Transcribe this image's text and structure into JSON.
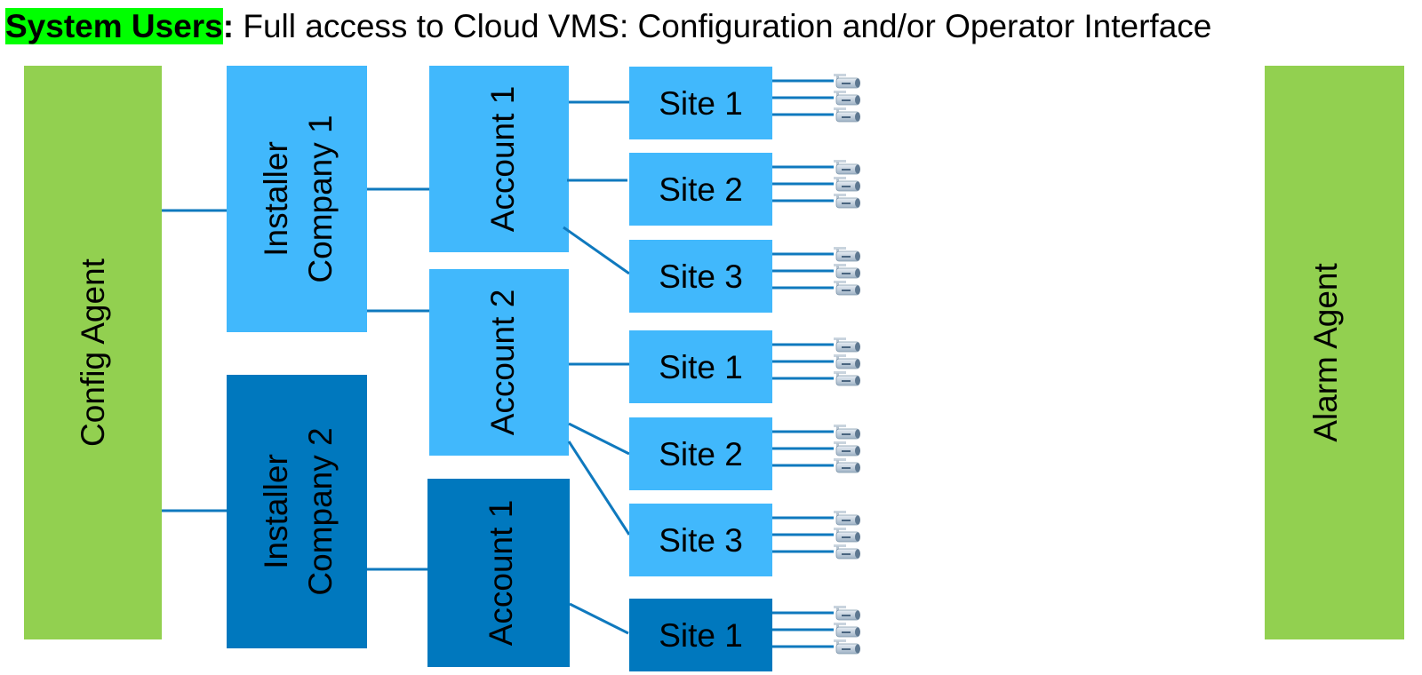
{
  "title": {
    "highlight": "System Users",
    "colon": ":",
    "rest": " Full access to Cloud VMS: Configuration and/or Operator Interface"
  },
  "colors": {
    "agent": "#92d050",
    "light_blue": "#41b8fc",
    "dark_blue": "#0078be",
    "connector": "#0f79be",
    "title_highlight": "#00ff00"
  },
  "agents": {
    "config": "Config Agent",
    "alarm": "Alarm Agent"
  },
  "installers": [
    {
      "line1": "Installer",
      "line2": "Company 1",
      "shade": "light"
    },
    {
      "line1": "Installer",
      "line2": "Company 2",
      "shade": "dark"
    }
  ],
  "accounts": [
    {
      "label": "Account 1",
      "installer": 0,
      "shade": "light"
    },
    {
      "label": "Account 2",
      "installer": 0,
      "shade": "light"
    },
    {
      "label": "Account 1",
      "installer": 1,
      "shade": "dark"
    }
  ],
  "sites": [
    {
      "label": "Site 1",
      "account": 0,
      "shade": "light",
      "cameras": 3
    },
    {
      "label": "Site 2",
      "account": 0,
      "shade": "light",
      "cameras": 3
    },
    {
      "label": "Site 3",
      "account": 0,
      "shade": "light",
      "cameras": 3
    },
    {
      "label": "Site 1",
      "account": 1,
      "shade": "light",
      "cameras": 3
    },
    {
      "label": "Site 2",
      "account": 1,
      "shade": "light",
      "cameras": 3
    },
    {
      "label": "Site 3",
      "account": 1,
      "shade": "light",
      "cameras": 3
    },
    {
      "label": "Site 1",
      "account": 2,
      "shade": "dark",
      "cameras": 3
    }
  ],
  "icons": {
    "camera": "security-camera-icon"
  }
}
